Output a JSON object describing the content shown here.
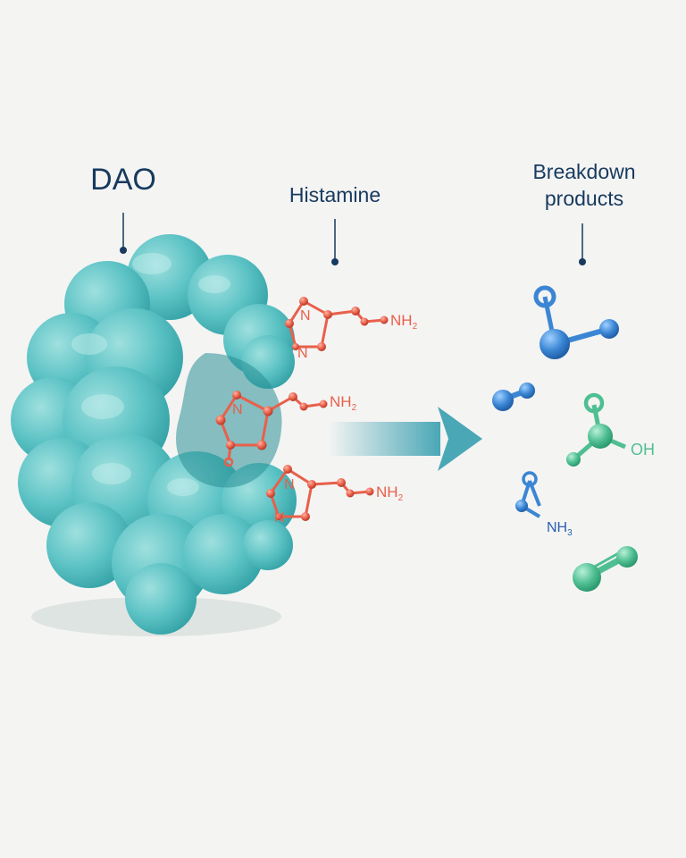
{
  "labels": {
    "enzyme": "DAO",
    "substrate": "Histamine",
    "products_line1": "Breakdown",
    "products_line2": "products"
  },
  "histamine_groups": {
    "ring_atom": "N",
    "amine_main": "NH",
    "amine_sub": "2"
  },
  "product_groups": {
    "hydroxyl": "OH",
    "ammonia_main": "NH",
    "ammonia_sub": "3"
  },
  "colors": {
    "enzyme": "#5bc2c4",
    "histamine": "#e8604a",
    "label_text": "#173a5e",
    "product_blue": "#3b86d4",
    "product_green": "#4fbf92",
    "arrow": "#4aa7b6"
  }
}
